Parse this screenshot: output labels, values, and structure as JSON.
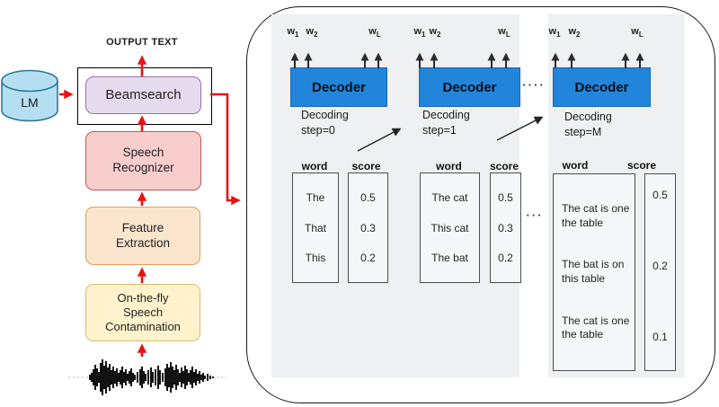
{
  "left_pipeline": {
    "output_text_label": "OUTPUT TEXT",
    "lm": {
      "label": "LM"
    },
    "beamsearch": {
      "label": "Beamsearch"
    },
    "speech_recognizer": {
      "label": "Speech Recognizer"
    },
    "feature_extraction": {
      "label": "Feature Extraction"
    },
    "speech_contamination": {
      "label": "On-the-fly Speech Contamination"
    }
  },
  "decoder_panel": {
    "decoders": [
      {
        "label": "Decoder",
        "step_line1": "Decoding",
        "step_line2": "step=0",
        "outputs": [
          {
            "base": "w",
            "sub": "1"
          },
          {
            "base": "w",
            "sub": "2"
          },
          {
            "base": "w",
            "sub": "L"
          }
        ]
      },
      {
        "label": "Decoder",
        "step_line1": "Decoding",
        "step_line2": "step=1",
        "outputs": [
          {
            "base": "w",
            "sub": "1"
          },
          {
            "base": "w",
            "sub": "2"
          },
          {
            "base": "w",
            "sub": "L"
          }
        ]
      },
      {
        "label": "Decoder",
        "step_line1": "Decoding",
        "step_line2": "step=M",
        "outputs": [
          {
            "base": "w",
            "sub": "1"
          },
          {
            "base": "w",
            "sub": "2"
          },
          {
            "base": "w",
            "sub": "L"
          }
        ]
      }
    ],
    "decoder_ellipsis": "····",
    "table_ellipsis": "···",
    "tables": [
      {
        "word_header": "word",
        "score_header": "score",
        "rows": [
          {
            "word": "The",
            "score": "0.5"
          },
          {
            "word": "That",
            "score": "0.3"
          },
          {
            "word": "This",
            "score": "0.2"
          }
        ]
      },
      {
        "word_header": "word",
        "score_header": "score",
        "rows": [
          {
            "word": "The cat",
            "score": "0.5"
          },
          {
            "word": "This cat",
            "score": "0.3"
          },
          {
            "word": "The bat",
            "score": "0.2"
          }
        ]
      },
      {
        "word_header": "word",
        "score_header": "score",
        "rows": [
          {
            "word": "The cat is one the table",
            "score": "0.5"
          },
          {
            "word": "The bat is on this table",
            "score": "0.2"
          },
          {
            "word": "The cat is one the table",
            "score": "0.1"
          }
        ]
      }
    ]
  },
  "colors": {
    "decoder_blue": "#2285DC",
    "arrow_red": "#EE1111",
    "beamsearch_fill": "#E5DBEE",
    "beamsearch_border": "#9673A6",
    "recognizer_fill": "#F8CECC",
    "recognizer_border": "#BE5A56",
    "feature_fill": "#FCE5CD",
    "feature_border": "#DCA05E",
    "contamination_fill": "#FFF2CC",
    "contamination_border": "#D8BC6A",
    "lm_fill": "#B5DFF0",
    "lm_border": "#2C7699",
    "panel_gray": "#EFF0F2"
  }
}
